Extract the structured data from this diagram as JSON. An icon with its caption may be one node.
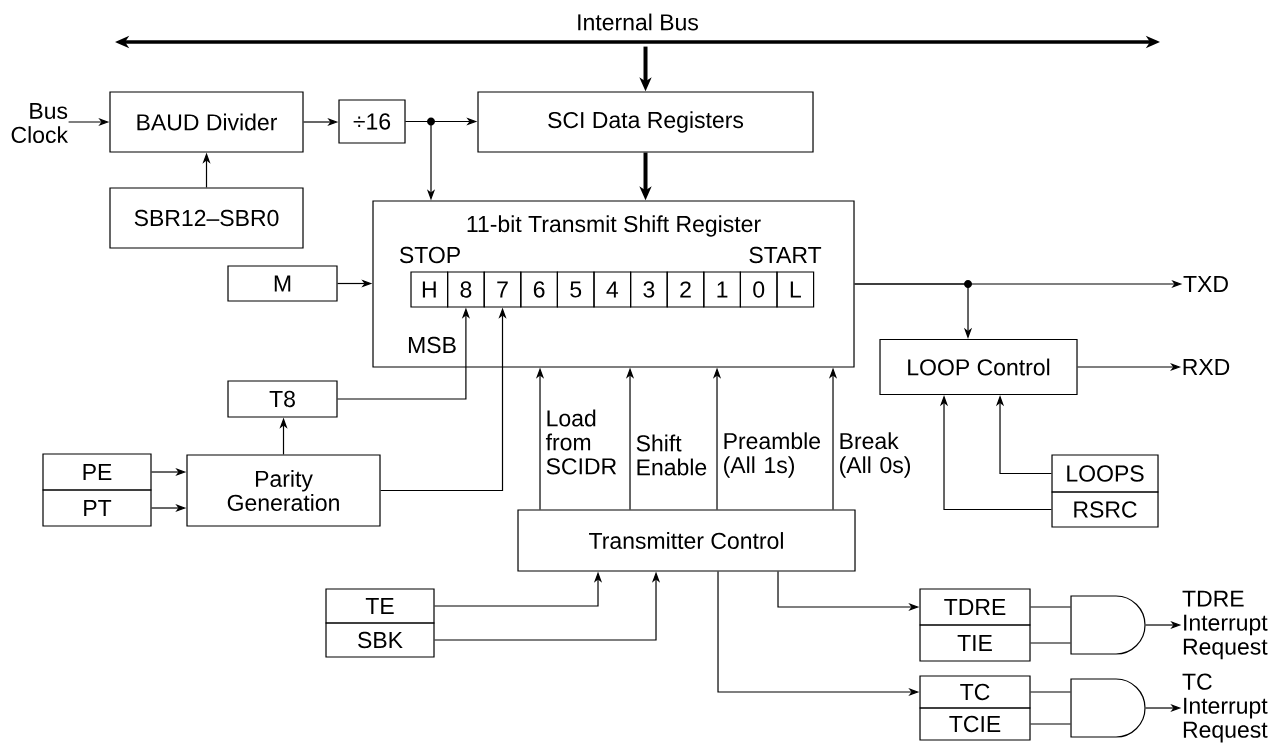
{
  "diagram": {
    "nodes": [
      {
        "text": [
          "Internal Bus"
        ]
      },
      {
        "text": [
          "Bus Clock"
        ]
      },
      {
        "text": [
          "BAUD Divider"
        ]
      },
      {
        "text": [
          "SBR12–SBR0"
        ]
      },
      {
        "text": [
          "÷16"
        ]
      },
      {
        "text": [
          "SCI Data Registers"
        ]
      },
      {
        "text": [
          "11-bit Transmit Shift Register"
        ]
      },
      {
        "text": [
          "H"
        ],
        "in": 6
      },
      {
        "text": [
          "8"
        ],
        "in": 6
      },
      {
        "text": [
          "7"
        ],
        "in": 6
      },
      {
        "text": [
          "6"
        ],
        "in": 6
      },
      {
        "text": [
          "5"
        ],
        "in": 6
      },
      {
        "text": [
          "4"
        ],
        "in": 6
      },
      {
        "text": [
          "3"
        ],
        "in": 6
      },
      {
        "text": [
          "2"
        ],
        "in": 6
      },
      {
        "text": [
          "1"
        ],
        "in": 6
      },
      {
        "text": [
          "0"
        ],
        "in": 6
      },
      {
        "text": [
          "L"
        ],
        "in": 6
      },
      {
        "text": [
          "M"
        ]
      },
      {
        "text": [
          "TXD"
        ]
      },
      {
        "text": [
          "LOOP Control"
        ]
      },
      {
        "text": [
          "RXD"
        ]
      },
      {
        "text": [
          "T8"
        ]
      },
      {
        "text": [
          "PE"
        ]
      },
      {
        "text": [
          "PT"
        ]
      },
      {
        "text": [
          "Parity Generation"
        ]
      },
      {
        "text": [
          "LOOPS"
        ]
      },
      {
        "text": [
          "RSRC"
        ]
      },
      {
        "text": [
          "Transmitter Control"
        ]
      },
      {
        "text": [
          "TE"
        ]
      },
      {
        "text": [
          "SBK"
        ]
      },
      {
        "text": [
          "TDRE"
        ]
      },
      {
        "text": [
          "TIE"
        ]
      },
      {
        "text": [
          "TC"
        ]
      },
      {
        "text": [
          "TCIE"
        ]
      },
      {
        "text": [],
        "shape": "gate"
      },
      {
        "text": [],
        "shape": "gate"
      },
      {
        "text": [
          "TDRE Interrupt Request"
        ]
      },
      {
        "text": [
          "TC Interrupt Request"
        ]
      }
    ],
    "edges": [
      {
        "from": 0,
        "to": 5,
        "arrow": "to",
        "style": "thick"
      },
      {
        "from": 1,
        "to": 2,
        "arrow": "to"
      },
      {
        "from": 2,
        "to": 4,
        "arrow": "to"
      },
      {
        "from": 3,
        "to": 2,
        "arrow": "to"
      },
      {
        "from": 4,
        "to": 5,
        "arrow": "to"
      },
      {
        "from": 4,
        "to": 6,
        "arrow": "to"
      },
      {
        "from": 5,
        "to": 6,
        "arrow": "to",
        "style": "thick"
      },
      {
        "from": 18,
        "to": 6,
        "arrow": "to"
      },
      {
        "from": 6,
        "to": 19,
        "arrow": "to"
      },
      {
        "from": 6,
        "to": 20,
        "arrow": "to"
      },
      {
        "from": 20,
        "to": 21,
        "arrow": "to"
      },
      {
        "from": 22,
        "to": 8,
        "arrow": "to"
      },
      {
        "from": 25,
        "to": 9,
        "arrow": "to"
      },
      {
        "from": 23,
        "to": 25,
        "arrow": "to"
      },
      {
        "from": 24,
        "to": 25,
        "arrow": "to"
      },
      {
        "from": 25,
        "to": 22,
        "arrow": "to"
      },
      {
        "from": 28,
        "to": 6,
        "arrow": "to",
        "label": "Load from SCIDR"
      },
      {
        "from": 28,
        "to": 6,
        "arrow": "to",
        "label": "Shift Enable"
      },
      {
        "from": 28,
        "to": 6,
        "arrow": "to",
        "label": "Preamble (All 1s)"
      },
      {
        "from": 28,
        "to": 6,
        "arrow": "to",
        "label": "Break (All 0s)"
      },
      {
        "from": 29,
        "to": 28,
        "arrow": "to"
      },
      {
        "from": 30,
        "to": 28,
        "arrow": "to"
      },
      {
        "from": 27,
        "to": 20,
        "arrow": "to"
      },
      {
        "from": 26,
        "to": 20,
        "arrow": "to"
      },
      {
        "from": 28,
        "to": 31,
        "arrow": "to"
      },
      {
        "from": 28,
        "to": 33,
        "arrow": "to"
      },
      {
        "from": 31,
        "to": 35,
        "arrow": "none"
      },
      {
        "from": 32,
        "to": 35,
        "arrow": "none"
      },
      {
        "from": 33,
        "to": 36,
        "arrow": "none"
      },
      {
        "from": 34,
        "to": 36,
        "arrow": "none"
      },
      {
        "from": 35,
        "to": 37,
        "arrow": "to"
      },
      {
        "from": 36,
        "to": 38,
        "arrow": "to"
      }
    ],
    "labels": [
      "STOP",
      "START",
      "MSB"
    ]
  }
}
